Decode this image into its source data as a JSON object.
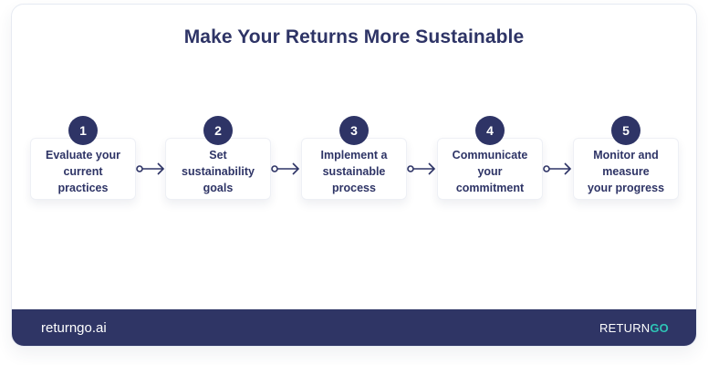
{
  "title": "Make Your Returns More Sustainable",
  "steps": [
    {
      "number": "1",
      "label": "Evaluate your\ncurrent\npractices"
    },
    {
      "number": "2",
      "label": "Set\nsustainability\ngoals"
    },
    {
      "number": "3",
      "label": "Implement a\nsustainable\nprocess"
    },
    {
      "number": "4",
      "label": "Communicate\nyour\ncommitment"
    },
    {
      "number": "5",
      "label": "Monitor and\nmeasure\nyour progress"
    }
  ],
  "footer": {
    "site": "returngo.ai",
    "logo_part1": "RETURN",
    "logo_part2": "GO"
  },
  "colors": {
    "navy": "#2e3466",
    "footer_bg": "#2f3565",
    "accent": "#2ec4b6"
  }
}
